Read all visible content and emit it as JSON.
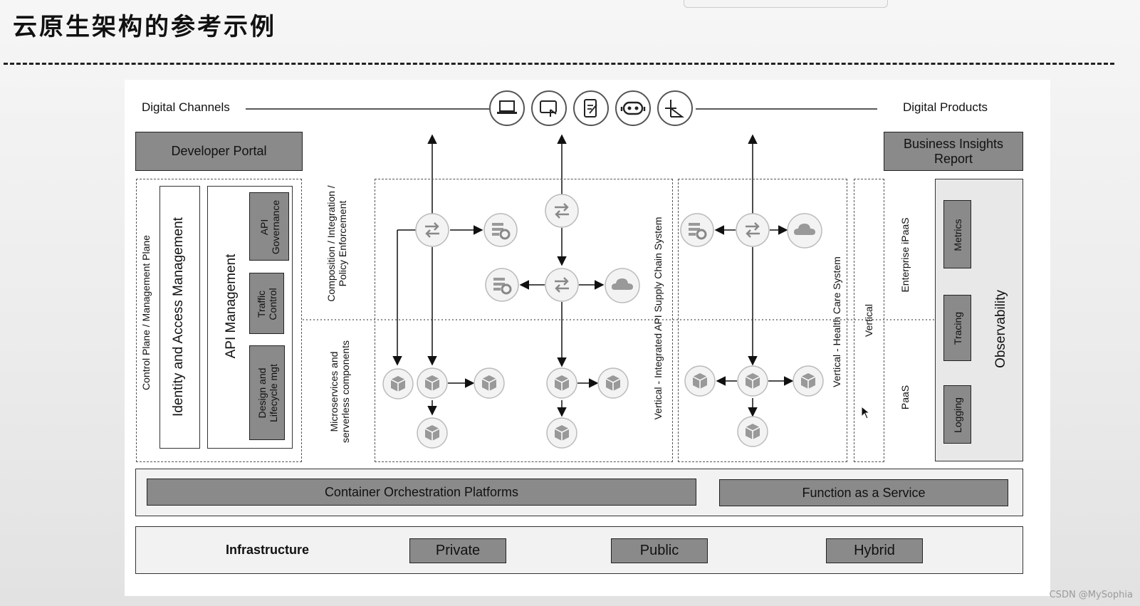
{
  "page": {
    "title": "云原生架构的参考示例",
    "watermark": "CSDN @MySophia"
  },
  "diagram": {
    "top_row": {
      "left_label": "Digital Channels",
      "right_label": "Digital Products",
      "channel_icons": [
        "laptop-icon",
        "tablet-touch-icon",
        "mobile-form-icon",
        "chatbot-icon",
        "iot-antenna-icon"
      ]
    },
    "developer_portal": "Developer Portal",
    "business_insights": "Business Insights Report",
    "control_plane": {
      "label": "Control Plane / Management Plane",
      "identity": "Identity and Access Management",
      "api_management": {
        "label": "API Management",
        "items": [
          "API Governance",
          "Traffic Control",
          "Design and Lifecycle mgt"
        ]
      }
    },
    "composition_label": "Composition / Integration / Policy Enforcement",
    "microservices_label": "Microservices and serverless components",
    "vertical_supply_chain": "Vertical - Integrated API Supply Chain System",
    "vertical_health_care": "Vertical - Health Care System",
    "vertical": "Vertical",
    "enterprise_ipaas": "Enterprise iPaaS",
    "paas": "PaaS",
    "observability": {
      "label": "Observability",
      "items": [
        "Metrics",
        "Tracing",
        "Logging"
      ]
    },
    "platforms": {
      "container_orchestration": "Container Orchestration Platforms",
      "faas": "Function as a Service"
    },
    "infrastructure": {
      "label": "Infrastructure",
      "options": [
        "Private",
        "Public",
        "Hybrid"
      ]
    },
    "node_icons": {
      "integration": "integration-arrows-icon",
      "service_config": "service-settings-icon",
      "cloud": "cloud-icon",
      "microservice": "microservice-cube-icon"
    }
  }
}
